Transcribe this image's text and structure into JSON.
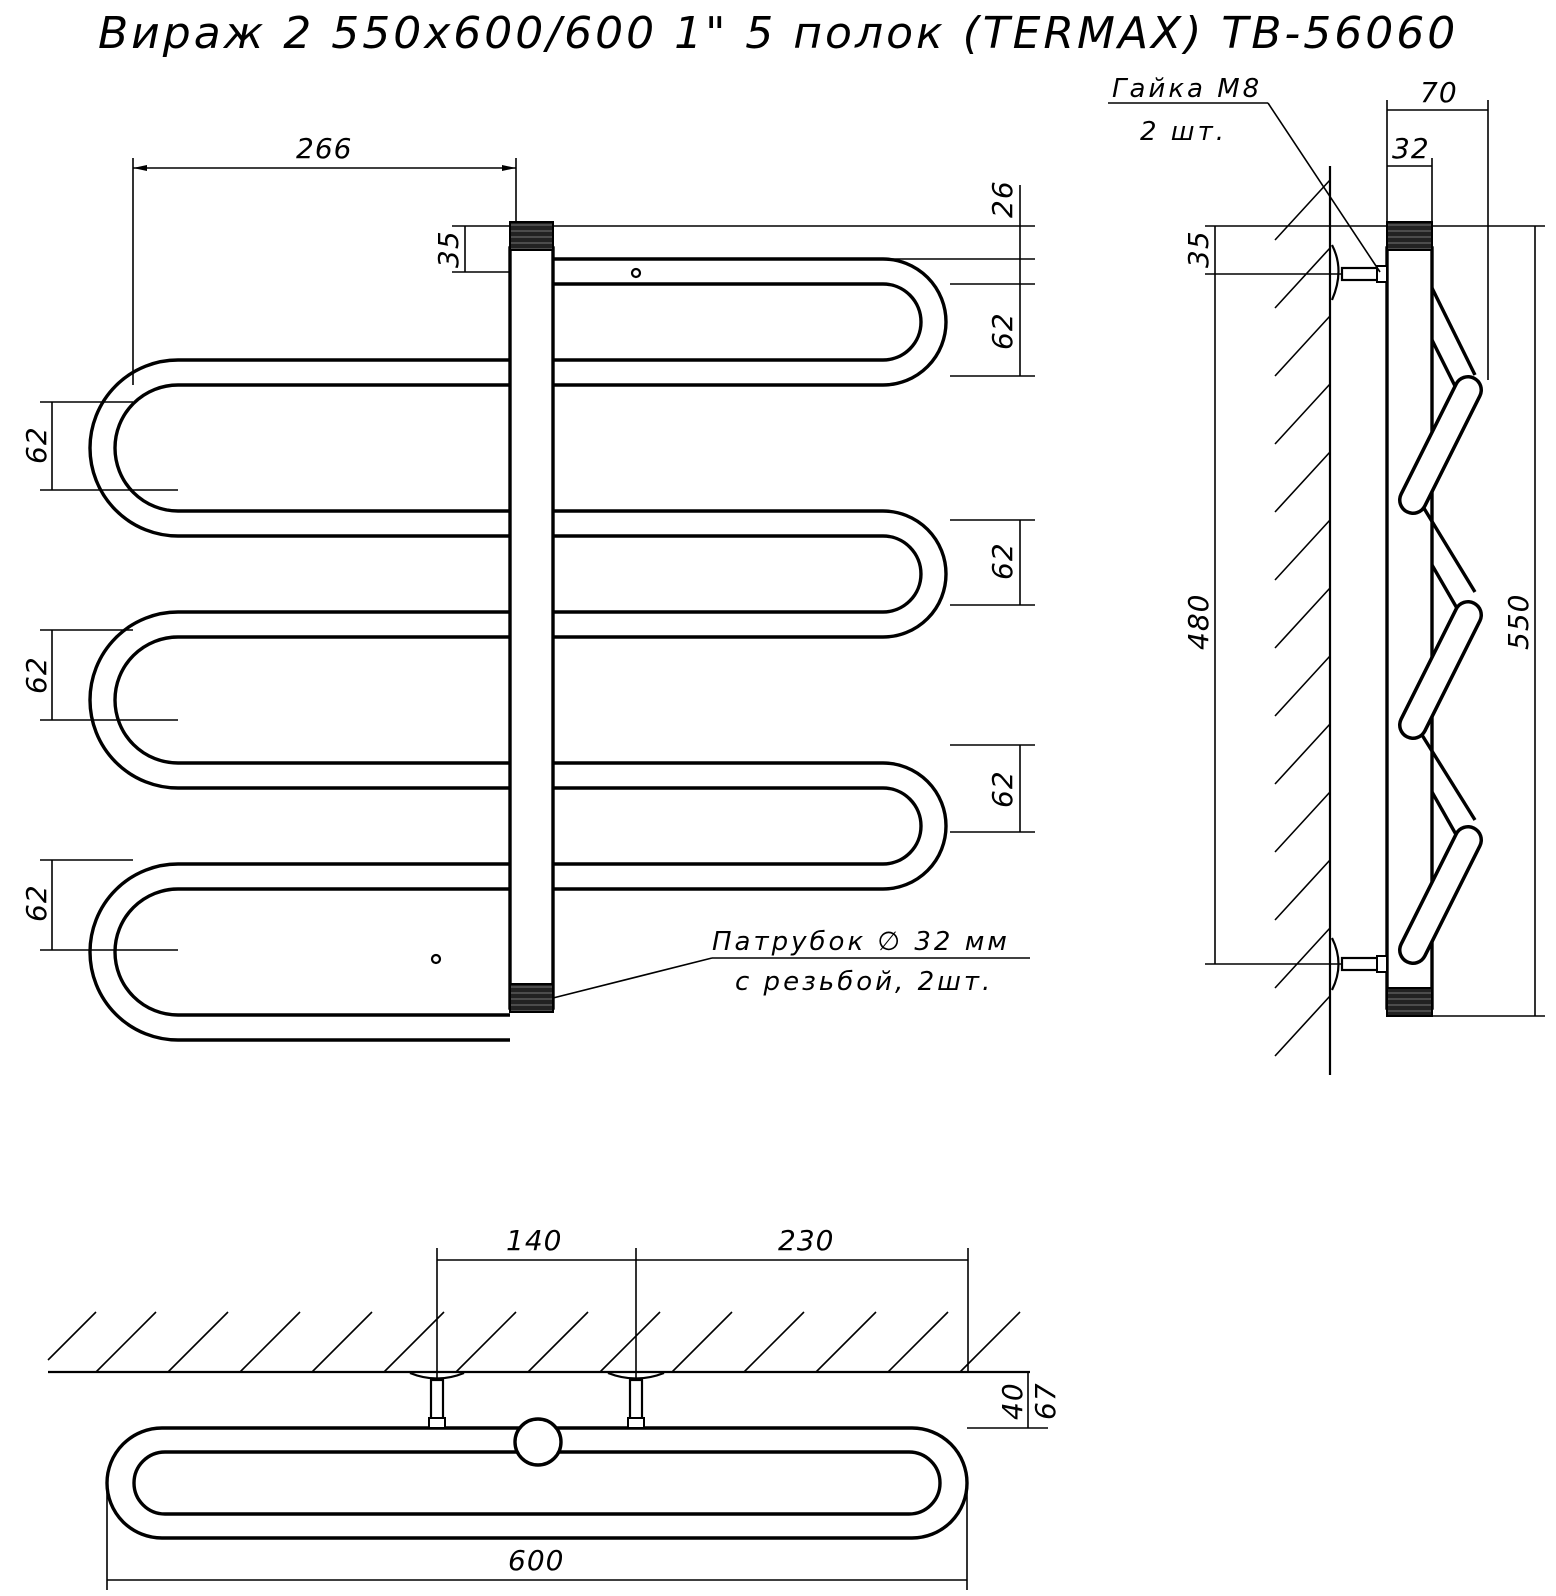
{
  "title": "Вираж 2 550х600/600 1\" 5 полок (TERMAX) ТВ-56060",
  "front_view": {
    "dim_width_266": "266",
    "dim_top_35": "35",
    "dim_top_26": "26",
    "dim_loop_62": [
      "62",
      "62",
      "62",
      "62",
      "62",
      "62"
    ],
    "note_nipple_line1": "Патрубок ∅ 32 мм",
    "note_nipple_line2": "с резьбой, 2шт."
  },
  "side_view": {
    "note_nut_line1": "Гайка М8",
    "note_nut_line2": "2 шт.",
    "dim_70": "70",
    "dim_32": "32",
    "dim_35": "35",
    "dim_480": "480",
    "dim_550": "550"
  },
  "top_view": {
    "dim_140": "140",
    "dim_230": "230",
    "dim_40": "40",
    "dim_67": "67",
    "dim_600": "600"
  }
}
